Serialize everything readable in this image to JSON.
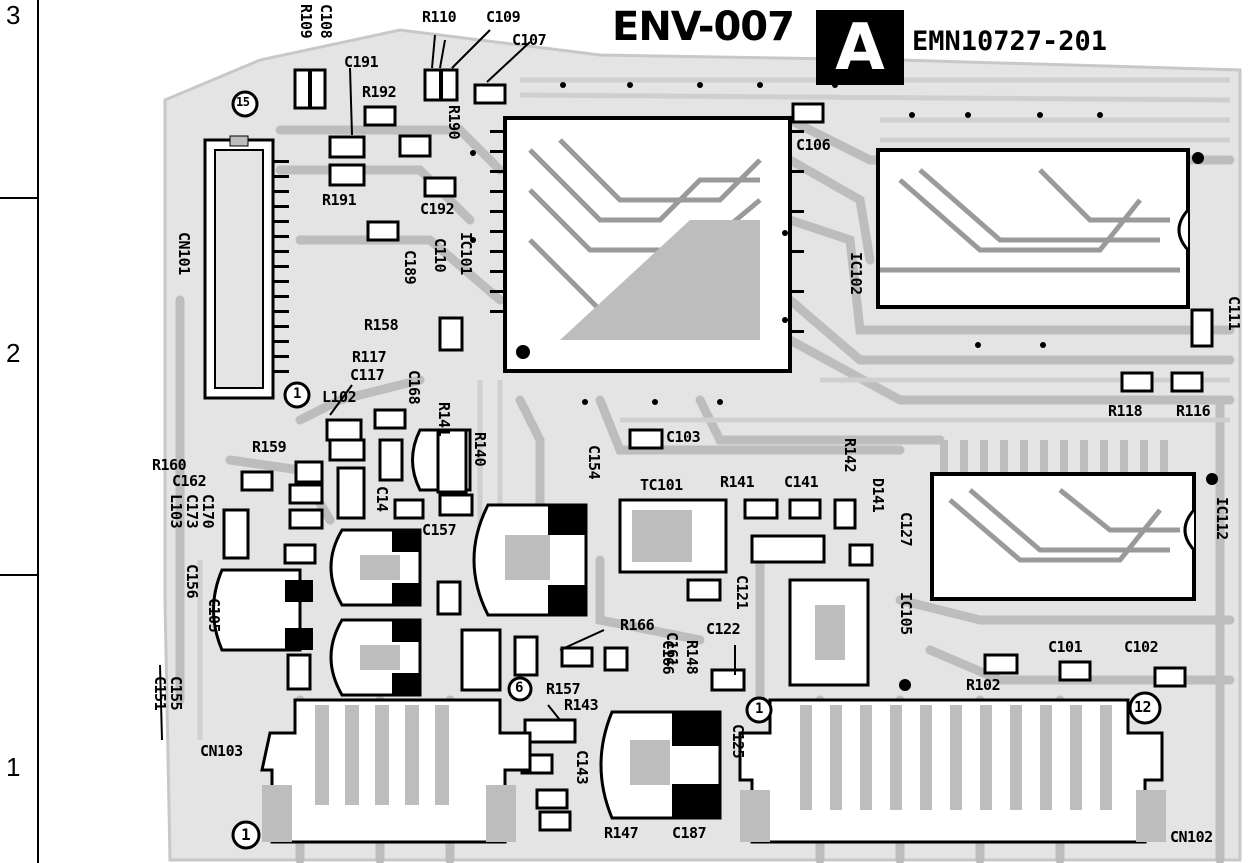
{
  "board": {
    "name": "ENV-007",
    "revision": "A",
    "part_code": "EMN10727-201"
  },
  "grid_rows": [
    "3",
    "2",
    "1"
  ],
  "components": {
    "c108": "C108",
    "r109": "R109",
    "c191": "C191",
    "r110": "R110",
    "c109": "C109",
    "c107": "C107",
    "r192": "R192",
    "r190": "R190",
    "r191": "R191",
    "c192": "C192",
    "c189": "C189",
    "c110": "C110",
    "ic101": "IC101",
    "c106": "C106",
    "ic102": "IC102",
    "cn101": "CN101",
    "r158": "R158",
    "r117": "R117",
    "c117": "C117",
    "l102": "L102",
    "c168": "C168",
    "r141": "R141",
    "r140": "R140",
    "r159": "R159",
    "r160": "R160",
    "c162": "C162",
    "c170": "C170",
    "c173": "C173",
    "l103": "L103",
    "c156": "C156",
    "c105": "C105",
    "c155": "C155",
    "c151": "C151",
    "c154": "C154",
    "c157": "C157",
    "c14": "C14",
    "c103": "C103",
    "tc101": "TC101",
    "r141b": "R141",
    "c141": "C141",
    "r142": "R142",
    "d141": "D141",
    "c127": "C127",
    "ic112": "IC112",
    "c111": "C111",
    "r118": "R118",
    "r116": "R116",
    "c121": "C121",
    "c122": "C122",
    "ic105": "IC105",
    "r166": "R166",
    "c166": "C166",
    "r148": "R148",
    "c161": "C161",
    "r157": "R157",
    "r143": "R143",
    "c143": "C143",
    "c125": "C125",
    "r102": "R102",
    "c101": "C101",
    "c102": "C102",
    "cn103": "CN103",
    "cn102": "CN102",
    "r147": "R147",
    "c187": "C187"
  },
  "pin_markers": {
    "cn101_pin15": "15",
    "cn101_pin1": "1",
    "cn103_pin6": "6",
    "cn103_pin1": "1",
    "cn102_pin1": "1",
    "cn102_pin12": "12"
  }
}
